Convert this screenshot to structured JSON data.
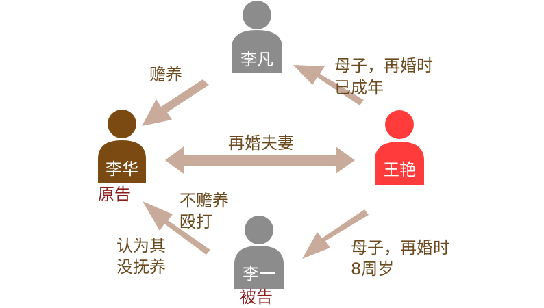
{
  "people": {
    "lifan": {
      "name": "李凡",
      "color": "#8c8c8c"
    },
    "lihua": {
      "name": "李华",
      "color": "#7a4a12",
      "role": "原告"
    },
    "wangyan": {
      "name": "王艳",
      "color": "#ff3b3b"
    },
    "liyi": {
      "name": "李一",
      "color": "#8c8c8c",
      "role": "被告"
    }
  },
  "relations": {
    "lifan_to_lihua": "赡养",
    "wangyan_to_lifan": [
      "母子，再婚时",
      "已成年"
    ],
    "marriage": "再婚夫妻",
    "liyi_to_lihua": [
      "不赡养",
      "殴打"
    ],
    "lihua_claim": [
      "认为其",
      "没抚养"
    ],
    "wangyan_to_liyi": [
      "母子，再婚时",
      "8周岁"
    ]
  },
  "colors": {
    "arrow": "#c8ab9a",
    "label": "#6b4a1f",
    "role": "#8b1a1a"
  }
}
